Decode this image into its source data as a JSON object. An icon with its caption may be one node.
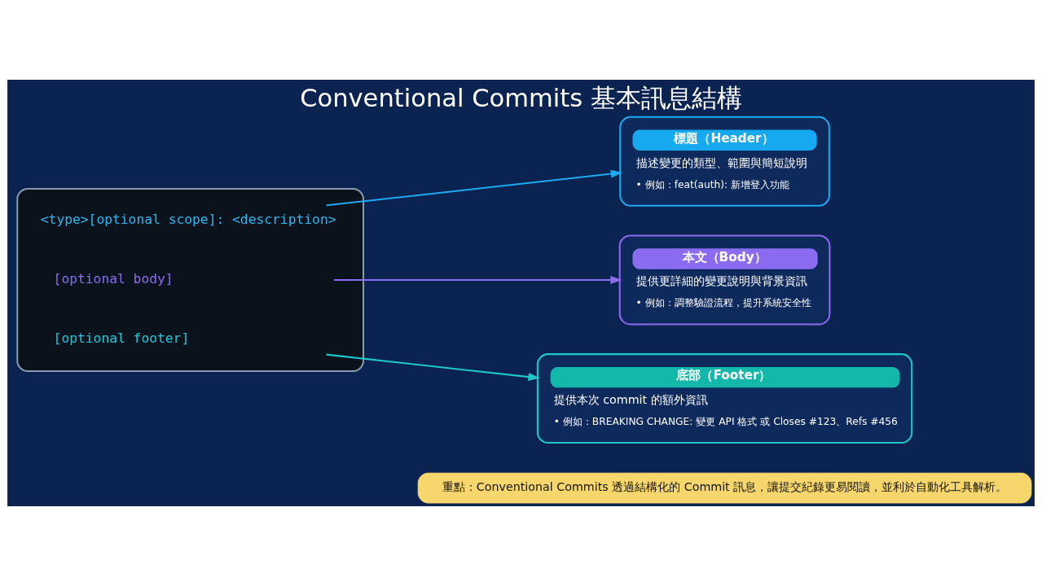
{
  "diagram": {
    "title": "Conventional Commits 基本訊息結構",
    "nodes": [
      {
        "text": [],
        "shape": "box"
      },
      {
        "text": [
          "<type>[optional scope]: <description>"
        ],
        "in": 0
      },
      {
        "text": [
          "[optional body]"
        ],
        "in": 0
      },
      {
        "text": [
          "[optional footer]"
        ],
        "in": 0
      },
      {
        "text": [
          "標題（Header）",
          "描述變更的類型、範圍與簡短說明",
          "• 例如：feat(auth): 新增登入功能"
        ]
      },
      {
        "text": [
          "本文（Body）",
          "提供更詳細的變更說明與背景資訊",
          "• 例如：調整驗證流程，提升系統安全性"
        ]
      },
      {
        "text": [
          "底部（Footer）",
          "提供本次 commit 的額外資訊",
          "• 例如：BREAKING CHANGE: 變更 API 格式 或 Closes #123、Refs #456"
        ]
      },
      {
        "text": [
          "重點：Conventional Commits 透過結構化的 Commit 訊息，讓提交紀錄更易閱讀，並利於自動化工具解析。"
        ]
      }
    ],
    "edges": [
      {
        "from": 1,
        "to": 4,
        "arrow": "to",
        "color": "#1eaaf1"
      },
      {
        "from": 2,
        "to": 5,
        "arrow": "to",
        "color": "#8b6cf0"
      },
      {
        "from": 3,
        "to": 6,
        "arrow": "to",
        "color": "#1cc8c8"
      }
    ]
  }
}
